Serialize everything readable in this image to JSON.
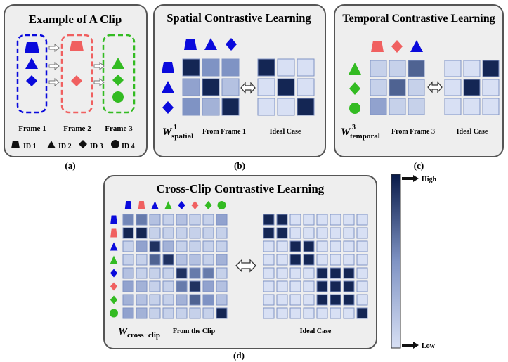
{
  "panel_a": {
    "title": "Example of A Clip",
    "frames": [
      "Frame 1",
      "Frame 2",
      "Frame 3"
    ],
    "legend": [
      {
        "shape": "trapezoid",
        "label": "ID 1"
      },
      {
        "shape": "triangle",
        "label": "ID 2"
      },
      {
        "shape": "diamond",
        "label": "ID 3"
      },
      {
        "shape": "circle",
        "label": "ID 4"
      }
    ],
    "caption": "(a)"
  },
  "panel_b": {
    "title": "Spatial Contrastive Learning",
    "w_symbol": "W",
    "w_sup": "1",
    "w_sub": "spatial",
    "from_label": "From Frame 1",
    "ideal_label": "Ideal Case",
    "caption": "(b)",
    "matrix": [
      [
        0.95,
        0.5,
        0.5
      ],
      [
        0.4,
        0.95,
        0.2
      ],
      [
        0.5,
        0.3,
        0.95
      ]
    ],
    "ideal": [
      [
        0.95,
        0,
        0
      ],
      [
        0,
        0.95,
        0
      ],
      [
        0,
        0,
        0.95
      ]
    ]
  },
  "panel_c": {
    "title": "Temporal Contrastive Learning",
    "w_symbol": "W",
    "w_sup": "3",
    "w_sub": "temporal",
    "from_label": "From Frame 3",
    "ideal_label": "Ideal Case",
    "caption": "(c)",
    "matrix": [
      [
        0.1,
        0.1,
        0.7
      ],
      [
        0.1,
        0.7,
        0.1
      ],
      [
        0.4,
        0.1,
        0.1
      ]
    ],
    "ideal": [
      [
        0,
        0,
        0.95
      ],
      [
        0,
        0.95,
        0
      ],
      [
        0,
        0,
        0
      ]
    ]
  },
  "panel_d": {
    "title": "Cross-Clip Contrastive Learning",
    "w_symbol": "W",
    "w_sub": "cross−clip",
    "from_label": "From the Clip",
    "ideal_label": "Ideal Case",
    "caption": "(d)",
    "matrix": [
      [
        0.55,
        0.6,
        0.2,
        0.1,
        0.2,
        0.1,
        0.1,
        0.4
      ],
      [
        0.95,
        0.95,
        0.1,
        0.1,
        0.1,
        0.1,
        0.1,
        0.1
      ],
      [
        0.1,
        0.4,
        0.9,
        0.3,
        0.1,
        0.1,
        0.1,
        0.1
      ],
      [
        0.1,
        0.1,
        0.7,
        0.9,
        0.2,
        0.2,
        0.1,
        0.3
      ],
      [
        0.2,
        0.1,
        0.1,
        0.1,
        0.9,
        0.6,
        0.6,
        0.1
      ],
      [
        0.4,
        0.3,
        0.1,
        0.1,
        0.6,
        0.9,
        0.4,
        0.2
      ],
      [
        0.3,
        0.2,
        0.1,
        0.1,
        0.3,
        0.7,
        0.5,
        0.2
      ],
      [
        0.4,
        0.3,
        0.1,
        0.1,
        0.1,
        0.1,
        0.1,
        0.95
      ]
    ],
    "ideal": [
      [
        0.95,
        0.95,
        0,
        0,
        0,
        0,
        0,
        0
      ],
      [
        0.95,
        0.95,
        0,
        0,
        0,
        0,
        0,
        0
      ],
      [
        0,
        0,
        0.95,
        0.95,
        0,
        0,
        0,
        0
      ],
      [
        0,
        0,
        0.95,
        0.95,
        0,
        0,
        0,
        0
      ],
      [
        0,
        0,
        0,
        0,
        0.95,
        0.95,
        0.95,
        0
      ],
      [
        0,
        0,
        0,
        0,
        0.95,
        0.95,
        0.95,
        0
      ],
      [
        0,
        0,
        0,
        0,
        0.95,
        0.95,
        0.95,
        0
      ],
      [
        0,
        0,
        0,
        0,
        0,
        0,
        0,
        0.95
      ]
    ]
  },
  "colorbar": {
    "high_label": "High",
    "low_label": "Low"
  },
  "colors": {
    "blue": "#0a0adc",
    "red": "#f06060",
    "green": "#33bb22",
    "black": "#111111",
    "panel_bg": "#eeeeee",
    "panel_border": "#555555",
    "cell_low": "#d8e0f4",
    "cell_high": "#081a48",
    "cell_border": "#7f93c4"
  }
}
